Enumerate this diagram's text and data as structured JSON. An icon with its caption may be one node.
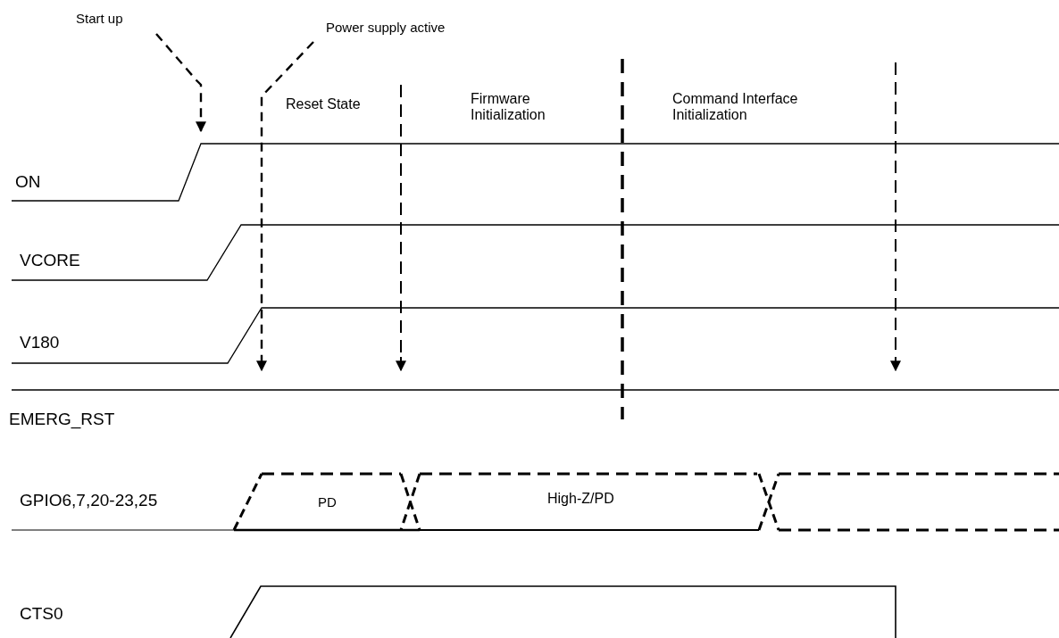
{
  "diagram": {
    "nodes": [
      {
        "text": [
          "Start up"
        ]
      },
      {
        "text": [
          "Power supply active"
        ]
      }
    ],
    "edges": [
      {
        "from": 0,
        "to": null,
        "arrow": "to",
        "style": "dashed"
      },
      {
        "from": 1,
        "to": null,
        "arrow": "to",
        "style": "dashed"
      }
    ],
    "labels": [
      "Reset State",
      "Firmware Initialization",
      "Command Interface Initialization",
      "ON",
      "VCORE",
      "V180",
      "EMERG_RST",
      "GPIO6,7,20-23,25",
      "PD",
      "High-Z/PD",
      "CTS0"
    ]
  }
}
